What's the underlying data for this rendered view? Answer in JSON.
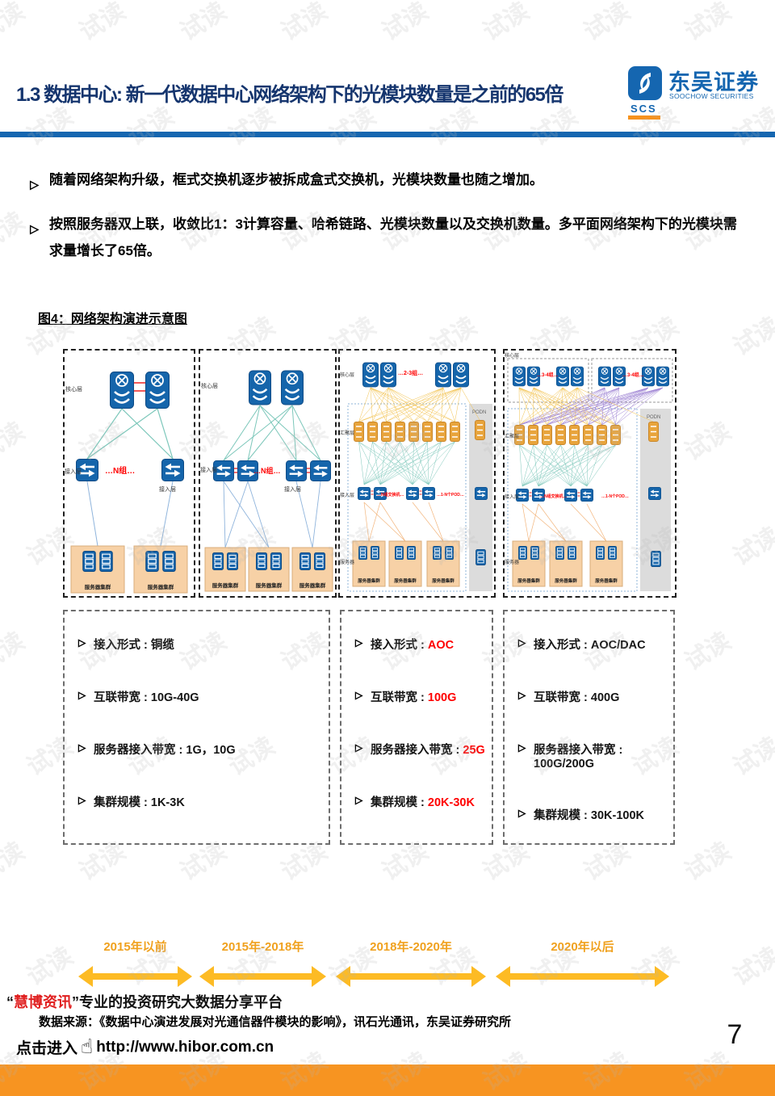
{
  "watermark": {
    "text": "试读"
  },
  "header": {
    "title": "1.3 数据中心: 新一代数据中心网络架构下的光模块数量是之前的65倍",
    "logo": {
      "symbol_text": "SCS",
      "name_cn": "东吴证券",
      "name_en": "SOOCHOW SECURITIES"
    }
  },
  "bullets": [
    "随着网络架构升级，框式交换机逐步被拆成盒式交换机，光模块数量也随之增加。",
    "按照服务器双上联，收敛比1：3计算容量、哈希链路、光模块数量以及交换机数量。多平面网络架构下的光模块需求量增长了65倍。"
  ],
  "figure": {
    "caption": "图4：网络架构演进示意图",
    "layers": {
      "core": "核心层",
      "aggregation": "汇聚层",
      "access": "接入层",
      "server": "服务器",
      "cluster": "服务器集群",
      "pod": "PODN"
    },
    "annotations": {
      "n_groups": "…N组…",
      "groups_2_3": "…2-3组…",
      "groups_3_4": "…3-4组…",
      "n_switch_groups": "…N组交换机…",
      "pods": "…1-N个POD…"
    }
  },
  "specs_separator": " : ",
  "specs": [
    {
      "items": [
        {
          "label": "接入形式",
          "value": "铜缆",
          "highlight": false
        },
        {
          "label": "互联带宽",
          "value": "10G-40G",
          "highlight": false
        },
        {
          "label": "服务器接入带宽",
          "value": "1G，10G",
          "highlight": false
        },
        {
          "label": "集群规模",
          "value": "1K-3K",
          "highlight": false
        }
      ]
    },
    {
      "items": [
        {
          "label": "接入形式",
          "value": "AOC",
          "highlight": true
        },
        {
          "label": "互联带宽",
          "value": "100G",
          "highlight": true
        },
        {
          "label": "服务器接入带宽",
          "value": "25G",
          "highlight": true
        },
        {
          "label": "集群规模",
          "value": "20K-30K",
          "highlight": true
        }
      ]
    },
    {
      "items": [
        {
          "label": "接入形式",
          "value": "AOC/DAC",
          "highlight": false
        },
        {
          "label": "互联带宽",
          "value": "400G",
          "highlight": false
        },
        {
          "label": "服务器接入带宽",
          "value": "100G/200G",
          "highlight": false
        },
        {
          "label": "集群规模",
          "value": "30K-100K",
          "highlight": false
        }
      ]
    }
  ],
  "timeline": {
    "periods": [
      "2015年以前",
      "2015年-2018年",
      "2018年-2020年",
      "2020年以后"
    ]
  },
  "footer": {
    "brand_quote_open": "“",
    "brand_name": "慧博资讯",
    "brand_quote_close": "”",
    "brand_tagline": "专业的投资研究大数据分享平台",
    "source": "数据来源：《数据中心演进发展对光通信器件模块的影响》，讯石光通讯，东吴证券研究所",
    "cta": "点击进入",
    "url": "http://www.hibor.com.cn",
    "page_number": "7"
  },
  "colors": {
    "brand_blue": "#1566B0",
    "accent_orange": "#F79421",
    "timeline_yellow": "#FDBB24",
    "highlight_red": "#FF0000"
  }
}
